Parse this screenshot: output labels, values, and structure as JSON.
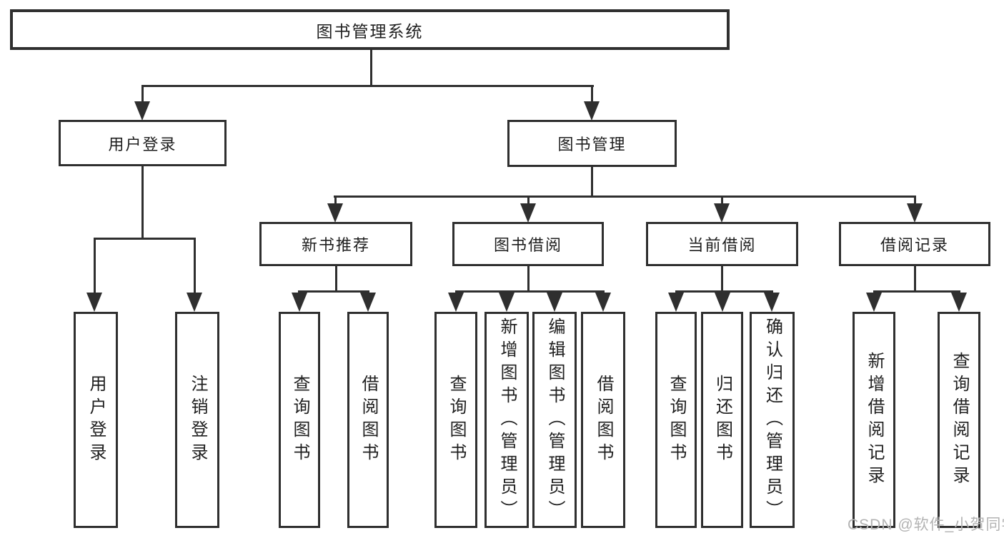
{
  "nodes": {
    "root": "图书管理系统",
    "user_login": "用户登录",
    "book_mgmt": "图书管理",
    "new_book": "新书推荐",
    "book_borrow": "图书借阅",
    "current_borrow": "当前借阅",
    "borrow_record": "借阅记录"
  },
  "leaves": {
    "login": "用户登录",
    "logout": "注销登录",
    "nb_query": "查询图书",
    "nb_borrow": "借阅图书",
    "bb_query": "查询图书",
    "bb_add": "新增图书（管理员）",
    "bb_edit": "编辑图书（管理员）",
    "bb_borrow": "借阅图书",
    "cb_query": "查询图书",
    "cb_return": "归还图书",
    "cb_confirm": "确认归还（管理员）",
    "br_add": "新增借阅记录",
    "br_query": "查询借阅记录"
  },
  "watermark": "CSDN @软件_小贺同学",
  "colors": {
    "line": "#2f2f2f",
    "text": "#1f1f1f",
    "background": "#ffffff",
    "watermark": "#b3b3b3"
  }
}
